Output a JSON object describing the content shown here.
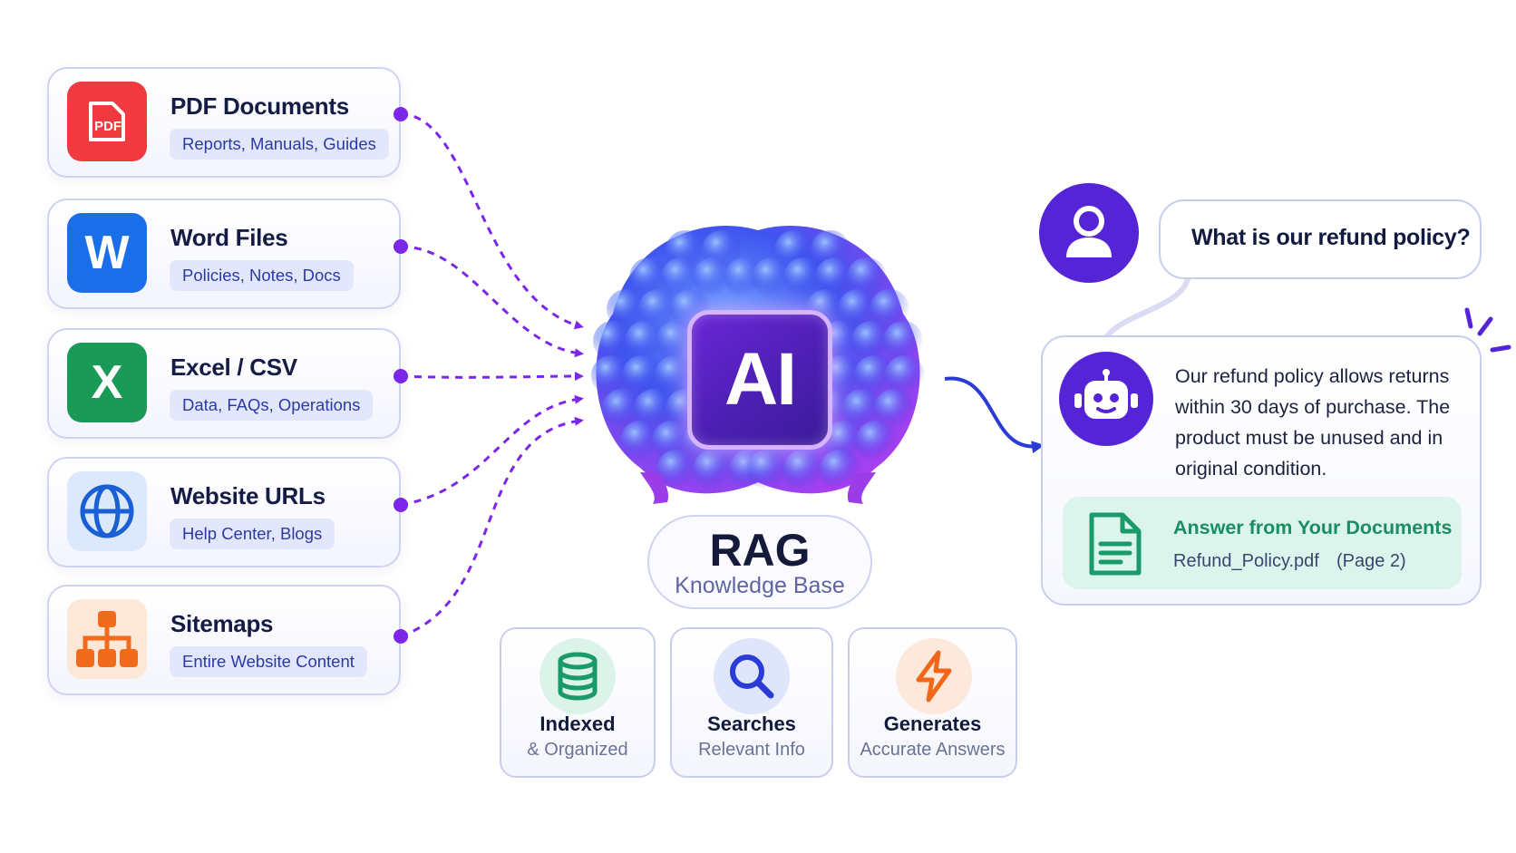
{
  "sources": [
    {
      "name": "pdf",
      "title": "PDF Documents",
      "subtitle": "Reports, Manuals, Guides",
      "icon": "pdf-file-icon",
      "icon_bg": "#f03a3f"
    },
    {
      "name": "word",
      "title": "Word Files",
      "subtitle": "Policies, Notes, Docs",
      "icon": "word-icon",
      "icon_bg": "#1a6fe8",
      "icon_letter": "W"
    },
    {
      "name": "excel",
      "title": "Excel / CSV",
      "subtitle": "Data, FAQs, Operations",
      "icon": "excel-icon",
      "icon_bg": "#1b9a57",
      "icon_letter": "X"
    },
    {
      "name": "website",
      "title": "Website URLs",
      "subtitle": "Help Center, Blogs",
      "icon": "globe-icon",
      "icon_bg": "#dce8fb"
    },
    {
      "name": "sitemap",
      "title": "Sitemaps",
      "subtitle": "Entire Website Content",
      "icon": "sitemap-icon",
      "icon_bg": "#fde7d6"
    }
  ],
  "center": {
    "ai_label": "AI",
    "title": "RAG",
    "subtitle": "Knowledge Base"
  },
  "features": [
    {
      "title": "Indexed",
      "subtitle": "& Organized",
      "icon": "database-icon",
      "color": "#1a9a6b"
    },
    {
      "title": "Searches",
      "subtitle": "Relevant Info",
      "icon": "search-icon",
      "color": "#2a3bd6"
    },
    {
      "title": "Generates",
      "subtitle": "Accurate Answers",
      "icon": "lightning-icon",
      "color": "#f2661a"
    }
  ],
  "chat": {
    "question": "What is our refund policy?",
    "answer": "Our refund policy allows returns within 30 days of purchase. The product must be unused and in original condition.",
    "reference": {
      "title": "Answer from Your Documents",
      "file": "Refund_Policy.pdf",
      "page": "(Page 2)"
    }
  },
  "colors": {
    "connector": "#7b26e8",
    "accent_purple": "#5424d6",
    "reference_green": "#1a8e63",
    "answer_arrow": "#2a3bd6"
  }
}
